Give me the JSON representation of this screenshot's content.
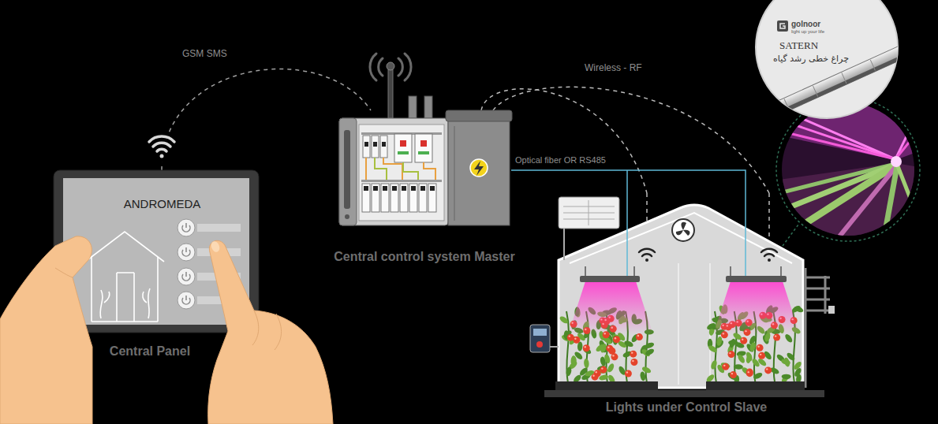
{
  "diagram": {
    "nodes": [
      {
        "text": [
          "ANDROMEDA",
          "Central Panel"
        ]
      },
      {
        "text": [
          "Central control system Master"
        ]
      },
      {
        "text": [
          "Lights under Control Slave"
        ]
      },
      {
        "text": [
          "golnoor",
          "light up your life",
          "SATERN",
          "چراغ خطی رشد گیاه"
        ]
      }
    ],
    "edges": [
      {
        "from": 0,
        "to": 1,
        "label": "GSM SMS",
        "arrow": "none"
      },
      {
        "from": 1,
        "to": 2,
        "label": "Wireless - RF",
        "arrow": "none"
      },
      {
        "from": 1,
        "to": 2,
        "arrow": "none"
      },
      {
        "from": 1,
        "to": 2,
        "label": "Optical fiber OR RS485",
        "arrow": "none"
      }
    ]
  }
}
